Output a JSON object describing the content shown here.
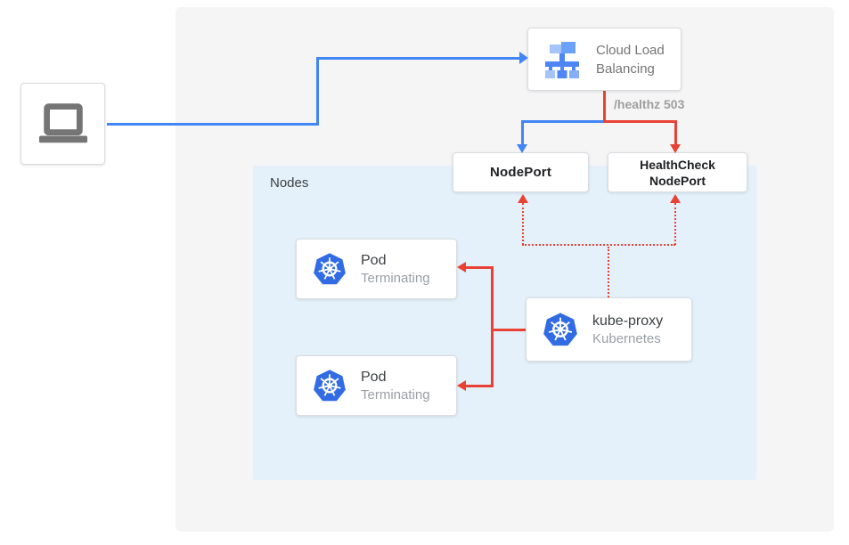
{
  "palette": {
    "blue": "#4285f4",
    "red": "#e94235",
    "canvas_bg": "#f5f5f6",
    "nodes_bg": "#e4f1fb",
    "k8s_blue": "#326ce5"
  },
  "load_balancer": {
    "line1": "Cloud Load",
    "line2": "Balancing"
  },
  "health_check_annotation": "/healthz 503",
  "node_port": {
    "label": "NodePort"
  },
  "health_check_node_port": {
    "line1": "HealthCheck",
    "line2": "NodePort"
  },
  "nodes": {
    "label": "Nodes"
  },
  "pods": [
    {
      "title": "Pod",
      "status": "Terminating"
    },
    {
      "title": "Pod",
      "status": "Terminating"
    }
  ],
  "kube_proxy": {
    "title": "kube-proxy",
    "subtitle": "Kubernetes"
  }
}
